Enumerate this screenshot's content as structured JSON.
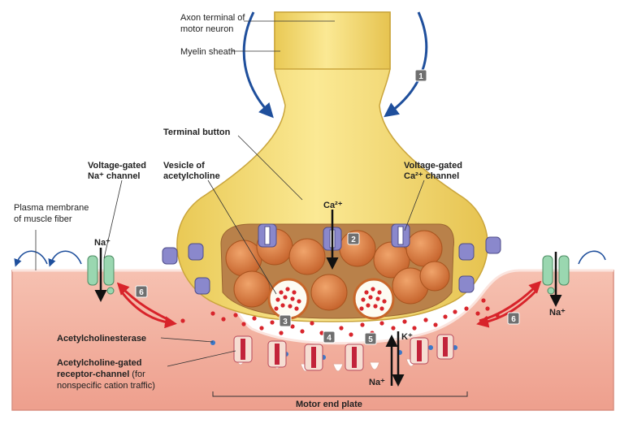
{
  "labels": {
    "axon_terminal_l1": "Axon terminal of",
    "axon_terminal_l2": "motor neuron",
    "myelin_sheath": "Myelin sheath",
    "terminal_button": "Terminal button",
    "vesicle_l1": "Vesicle of",
    "vesicle_l2": "acetylcholine",
    "vg_na_l1": "Voltage-gated",
    "vg_na_l2": "Na⁺ channel",
    "vg_ca_l1": "Voltage-gated",
    "vg_ca_l2": "Ca²⁺ channel",
    "plasma_l1": "Plasma membrane",
    "plasma_l2": "of muscle fiber",
    "ache": "Acetylcholinesterase",
    "receptor_l1": "Acetylcholine-gated",
    "receptor_l2_bold": "receptor-channel",
    "receptor_l2_rest": " (for",
    "receptor_l3": "nonspecific cation traffic)",
    "motor_end_plate": "Motor end plate",
    "ca_ion": "Ca²⁺",
    "na_left": "Na⁺",
    "na_right": "Na⁺",
    "na_bottom": "Na⁺",
    "k_ion": "K⁺"
  },
  "steps": {
    "s1": "1",
    "s2": "2",
    "s3": "3",
    "s4": "4",
    "s5": "5",
    "s6_left": "6",
    "s6_right": "6"
  },
  "colors": {
    "axon_yellow": "#f4dc78",
    "muscle_pink": "#f2b3a2",
    "vesicle_orange": "#d9753a",
    "ach_red": "#d8252c",
    "channel_purple": "#8a88cc",
    "na_channel_green": "#9ad7b0",
    "arrow_blue": "#1f4f9c",
    "arrow_red": "#d8232a"
  }
}
